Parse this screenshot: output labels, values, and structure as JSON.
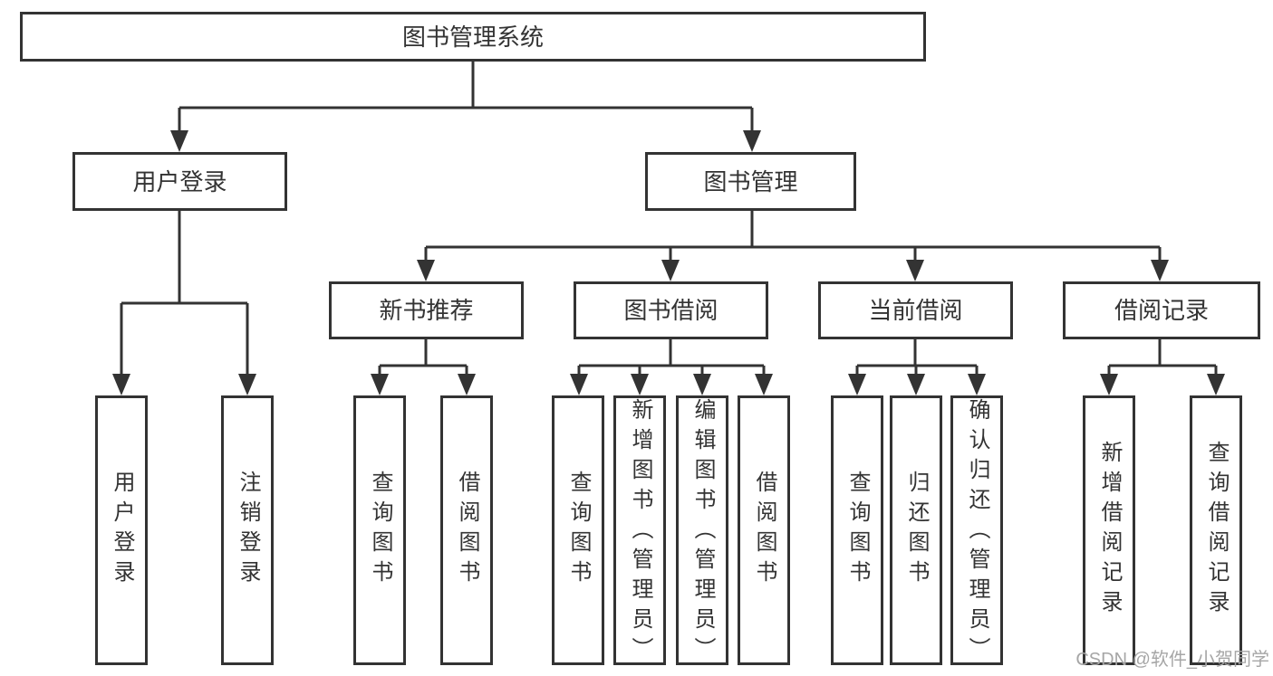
{
  "diagram": {
    "root": {
      "label": "图书管理系统"
    },
    "level1": {
      "user_login": {
        "label": "用户登录"
      },
      "book_mgmt": {
        "label": "图书管理"
      }
    },
    "level2": {
      "new_rec": {
        "label": "新书推荐"
      },
      "borrow": {
        "label": "图书借阅"
      },
      "current": {
        "label": "当前借阅"
      },
      "records": {
        "label": "借阅记录"
      }
    },
    "leaves": {
      "user_login_leaf": {
        "label": "用户登录"
      },
      "logout": {
        "label": "注销登录"
      },
      "rec_query": {
        "label": "查询图书"
      },
      "rec_borrow": {
        "label": "借阅图书"
      },
      "bor_query": {
        "label": "查询图书"
      },
      "bor_add": {
        "label": "新增图书（管理员）"
      },
      "bor_edit": {
        "label": "编辑图书（管理员）"
      },
      "bor_borrow": {
        "label": "借阅图书"
      },
      "cur_query": {
        "label": "查询图书"
      },
      "cur_return": {
        "label": "归还图书"
      },
      "cur_confirm": {
        "label": "确认归还（管理员）"
      },
      "rcd_add": {
        "label": "新增借阅记录"
      },
      "rcd_query": {
        "label": "查询借阅记录"
      }
    }
  },
  "watermark": {
    "text": "CSDN @软件_小贺同学"
  },
  "colors": {
    "line": "#333333",
    "text": "#333333",
    "box_background": "#ffffff",
    "page_background": "#ffffff",
    "watermark": "#a6a6a6"
  }
}
